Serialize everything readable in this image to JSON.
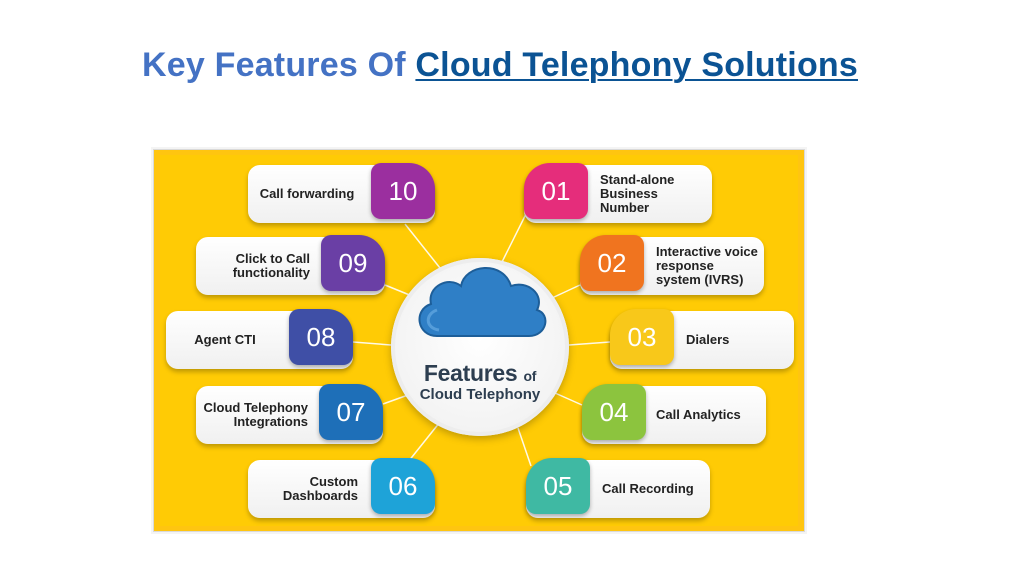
{
  "title": {
    "prefix": "Key Features Of ",
    "link": "Cloud Telephony Solutions"
  },
  "hub": {
    "line1": "Features",
    "line1_suffix": "of",
    "line2": "Cloud Telephony",
    "icon": "cloud-icon",
    "cloud_color": "#2f7fc6"
  },
  "features": [
    {
      "num": "10",
      "label": "Call forwarding",
      "color": "#9b2f9f"
    },
    {
      "num": "09",
      "label": "Click to Call functionality",
      "color": "#6a3fa5"
    },
    {
      "num": "08",
      "label": "Agent CTI",
      "color": "#3f4fa6"
    },
    {
      "num": "07",
      "label": "Cloud Telephony Integrations",
      "color": "#1e6fb8"
    },
    {
      "num": "06",
      "label": "Custom Dashboards",
      "color": "#1ea3d8"
    },
    {
      "num": "01",
      "label": "Stand-alone Business Number",
      "color": "#e52d7b"
    },
    {
      "num": "02",
      "label": "Interactive voice response system (IVRS)",
      "color": "#f0741f"
    },
    {
      "num": "03",
      "label": "Dialers",
      "color": "#f8c81a"
    },
    {
      "num": "04",
      "label": "Call Analytics",
      "color": "#8cc43e"
    },
    {
      "num": "05",
      "label": "Call Recording",
      "color": "#3fb9a3"
    }
  ]
}
